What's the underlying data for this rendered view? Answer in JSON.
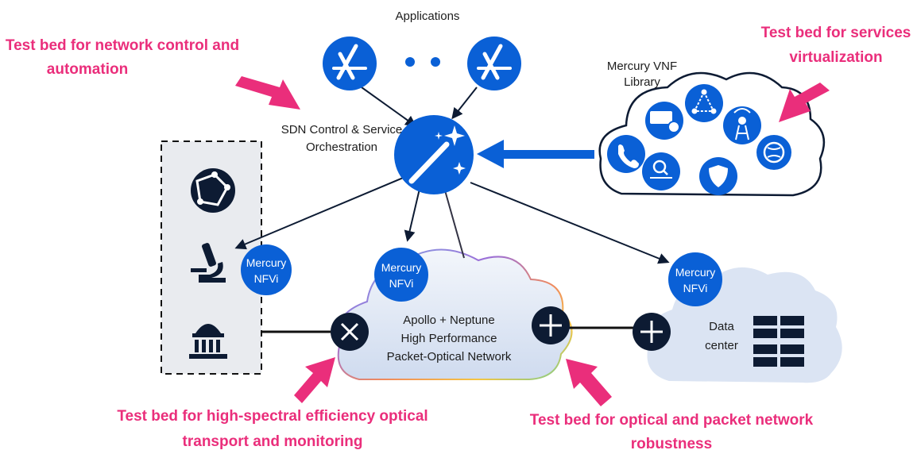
{
  "captions": {
    "top_left_line1": "Test bed for network control and",
    "top_left_line2": "automation",
    "top_right_line1": "Test bed for services",
    "top_right_line2": "virtualization",
    "bottom_left_line1": "Test bed for high-spectral efficiency optical",
    "bottom_left_line2": "transport and monitoring",
    "bottom_right_line1": "Test bed for optical and packet network",
    "bottom_right_line2": "robustness"
  },
  "labels": {
    "applications": "Applications",
    "sdn_line1": "SDN Control & Service",
    "sdn_line2": "Orchestration",
    "vnf_line1": "Mercury VNF",
    "vnf_line2": "Library",
    "core_line1": "Apollo + Neptune",
    "core_line2": "High Performance",
    "core_line3": "Packet-Optical Network",
    "dc_line1": "Data",
    "dc_line2": "center"
  },
  "nfvi_nodes": [
    {
      "line1": "Mercury",
      "line2": "NFVi"
    },
    {
      "line1": "Mercury",
      "line2": "NFVi"
    },
    {
      "line1": "Mercury",
      "line2": "NFVi"
    }
  ],
  "icons": {
    "applications": [
      "app-store-icon",
      "app-store-icon"
    ],
    "sdn": "magic-wand-icon",
    "vnf_library": [
      "phone-icon",
      "server-check-icon",
      "network-triangle-icon",
      "antenna-icon",
      "globe-icon",
      "search-icon",
      "shield-icon"
    ],
    "left_panel": [
      "globe-network-icon",
      "microscope-icon",
      "government-building-icon"
    ],
    "routers": [
      "router-icon",
      "router-icon",
      "router-icon"
    ],
    "data_center": "server-rack-icon"
  },
  "colors": {
    "primary_blue": "#0a60d6",
    "dark_navy": "#0d1b33",
    "pink_accent": "#ea2e7b",
    "cloud_fill": "#dbe4f3",
    "panel_fill": "#e9ebef"
  }
}
